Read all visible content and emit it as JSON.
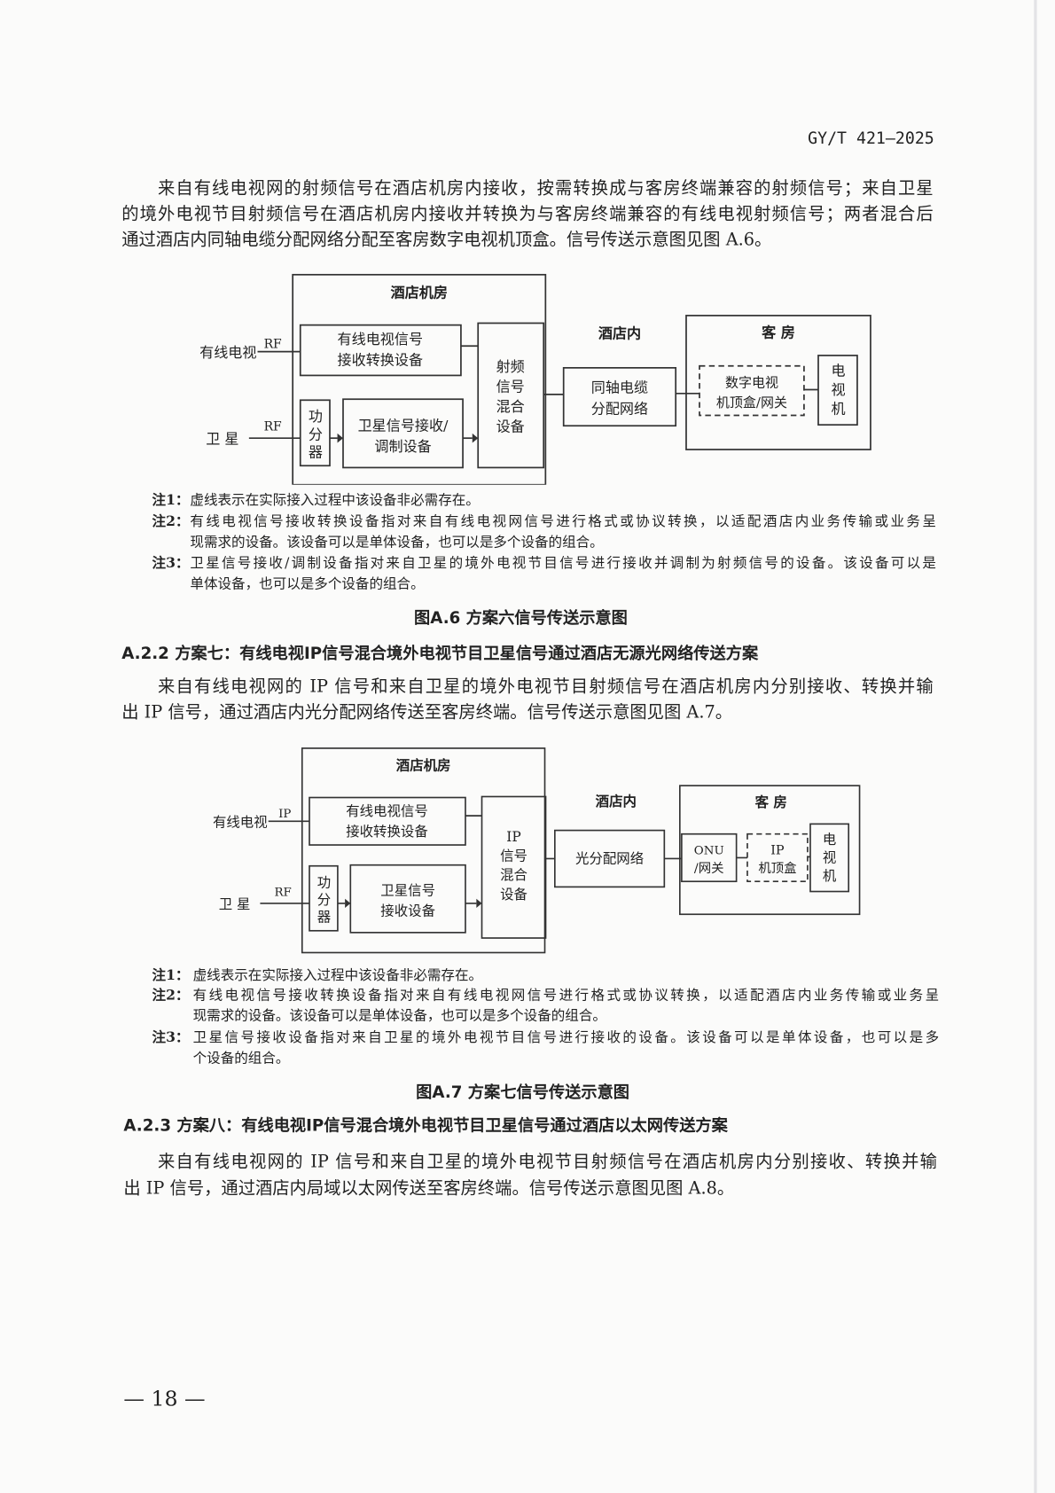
{
  "header": {
    "doc_code": "GY/T 421—2025"
  },
  "para1": [
    "来自有线电视网的射频信号在酒店机房内接收，按需转换成与客房终端兼容的射频信号；来自卫星",
    "的境外电视节目射频信号在酒店机房内接收并转换为与客房终端兼容的有线电视射频信号；两者混合后",
    "通过酒店内同轴电缆分配网络分配至客房数字电视机顶盒。信号传送示意图见图 A.6。"
  ],
  "fig6": {
    "machine_room": "酒店机房",
    "hotel_inside": "酒店内",
    "guest_room": "客  房",
    "cable_tv": "有线电视",
    "satellite": "卫    星",
    "rf": "RF",
    "cable_box": [
      "有线电视信号",
      "接收转换设备"
    ],
    "splitter": [
      "功",
      "分",
      "器"
    ],
    "sat_box": [
      "卫星信号接收/",
      "调制设备"
    ],
    "mixer": [
      "射频",
      "信号",
      "混合",
      "设备"
    ],
    "network": [
      "同轴电缆",
      "分配网络"
    ],
    "stb": [
      "数字电视",
      "机顶盒/网关"
    ],
    "tv": [
      "电",
      "视",
      "机"
    ],
    "notes": [
      {
        "label": "注1：",
        "lines": [
          "虚线表示在实际接入过程中该设备非必需存在。"
        ]
      },
      {
        "label": "注2：",
        "lines": [
          "有线电视信号接收转换设备指对来自有线电视网信号进行格式或协议转换，以适配酒店内业务传输或业务呈",
          "现需求的设备。该设备可以是单体设备，也可以是多个设备的组合。"
        ]
      },
      {
        "label": "注3：",
        "lines": [
          "卫星信号接收/调制设备指对来自卫星的境外电视节目信号进行接收并调制为射频信号的设备。该设备可以是",
          "单体设备，也可以是多个设备的组合。"
        ]
      }
    ],
    "caption": "图A.6  方案六信号传送示意图"
  },
  "section_a22": {
    "heading": "A.2.2  方案七：有线电视IP信号混合境外电视节目卫星信号通过酒店无源光网络传送方案",
    "para": [
      "来自有线电视网的 IP 信号和来自卫星的境外电视节目射频信号在酒店机房内分别接收、转换并输",
      "出 IP 信号，通过酒店内光分配网络传送至客房终端。信号传送示意图见图 A.7。"
    ]
  },
  "fig7": {
    "machine_room": "酒店机房",
    "hotel_inside": "酒店内",
    "guest_room": "客  房",
    "cable_tv": "有线电视",
    "satellite": "卫    星",
    "ip": "IP",
    "rf": "RF",
    "cable_box": [
      "有线电视信号",
      "接收转换设备"
    ],
    "splitter": [
      "功",
      "分",
      "器"
    ],
    "sat_box": [
      "卫星信号",
      "接收设备"
    ],
    "mixer": [
      "IP",
      "信号",
      "混合",
      "设备"
    ],
    "network": [
      "光分配网络"
    ],
    "onu": [
      "ONU",
      "/网关"
    ],
    "stb": [
      "IP",
      "机顶盒"
    ],
    "tv": [
      "电",
      "视",
      "机"
    ],
    "notes": [
      {
        "label": "注1：",
        "lines": [
          "虚线表示在实际接入过程中该设备非必需存在。"
        ]
      },
      {
        "label": "注2：",
        "lines": [
          "有线电视信号接收转换设备指对来自有线电视网信号进行格式或协议转换，以适配酒店内业务传输或业务呈",
          "现需求的设备。该设备可以是单体设备，也可以是多个设备的组合。"
        ]
      },
      {
        "label": "注3：",
        "lines": [
          "卫星信号接收设备指对来自卫星的境外电视节目信号进行接收的设备。该设备可以是单体设备，也可以是多",
          "个设备的组合。"
        ]
      }
    ],
    "caption": "图A.7  方案七信号传送示意图"
  },
  "section_a23": {
    "heading": "A.2.3  方案八：有线电视IP信号混合境外电视节目卫星信号通过酒店以太网传送方案",
    "para": [
      "来自有线电视网的 IP 信号和来自卫星的境外电视节目射频信号在酒店机房内分别接收、转换并输",
      "出 IP 信号，通过酒店内局域以太网传送至客房终端。信号传送示意图见图 A.8。"
    ]
  },
  "footer": {
    "page_number": "— 18 —"
  }
}
